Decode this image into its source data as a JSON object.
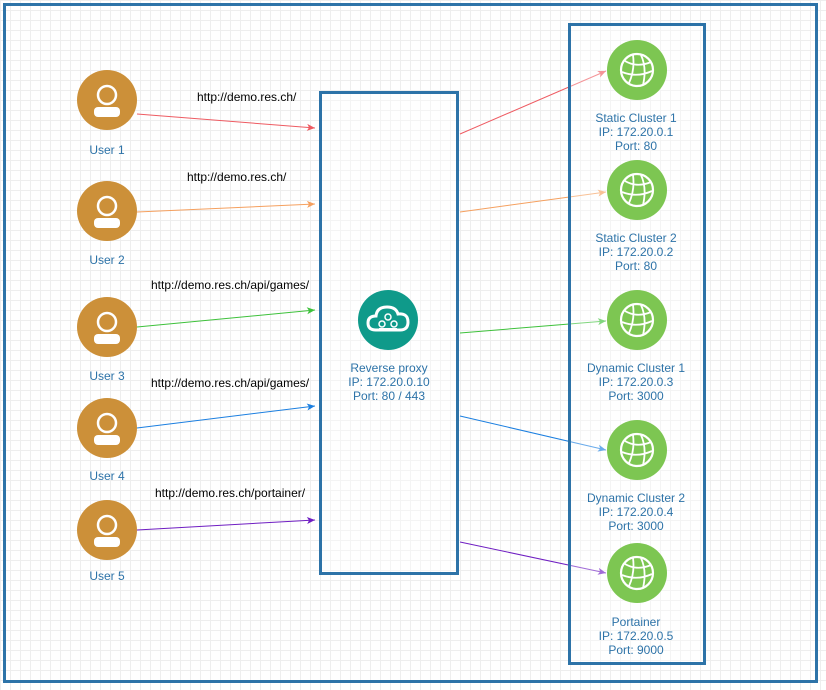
{
  "colors": {
    "frame": "#2d73a8",
    "user": "#cc9039",
    "cluster": "#7dc652",
    "proxy": "#0f9a8a",
    "label": "#2d73a8"
  },
  "users": [
    {
      "label": "User 1",
      "url": "http://demo.res.ch/",
      "color": "#ee5b62"
    },
    {
      "label": "User 2",
      "url": "http://demo.res.ch/",
      "color": "#f5a05f"
    },
    {
      "label": "User 3",
      "url": "http://demo.res.ch/api/games/",
      "color": "#3ec13b"
    },
    {
      "label": "User 4",
      "url": "http://demo.res.ch/api/games/",
      "color": "#1b7fe0"
    },
    {
      "label": "User 5",
      "url": "http://demo.res.ch/portainer/",
      "color": "#6f1ec2"
    }
  ],
  "proxy": {
    "name": "Reverse proxy",
    "ip": "IP: 172.20.0.10",
    "port": "Port: 80 / 443"
  },
  "clusters": [
    {
      "name": "Static Cluster 1",
      "ip": "IP: 172.20.0.1",
      "port": "Port: 80",
      "color": "#ee5b62"
    },
    {
      "name": "Static Cluster 2",
      "ip": "IP: 172.20.0.2",
      "port": "Port: 80",
      "color": "#f5a05f"
    },
    {
      "name": "Dynamic Cluster 1",
      "ip": "IP: 172.20.0.3",
      "port": "Port: 3000",
      "color": "#3ec13b"
    },
    {
      "name": "Dynamic Cluster 2",
      "ip": "IP: 172.20.0.4",
      "port": "Port: 3000",
      "color": "#1b7fe0"
    },
    {
      "name": "Portainer",
      "ip": "IP: 172.20.0.5",
      "port": "Port: 9000",
      "color": "#6f1ec2"
    }
  ]
}
